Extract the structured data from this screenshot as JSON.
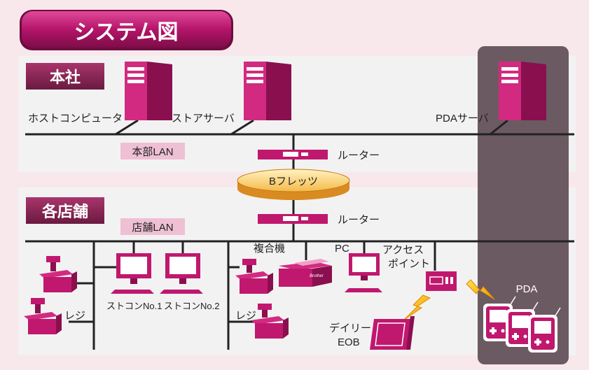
{
  "title": "システム図",
  "sections": {
    "hq": "本社",
    "stores": "各店舗"
  },
  "networks": {
    "hq_lan": "本部LAN",
    "store_lan": "店舗LAN",
    "bflets": "Bフレッツ"
  },
  "devices": {
    "host_computer": "ホストコンピュータ",
    "store_server": "ストアサーバ",
    "pda_server": "PDAサーバ",
    "router_hq": "ルーター",
    "router_store": "ルーター",
    "mfp": "複合機",
    "pc": "PC",
    "access_point_line1": "アクセス",
    "access_point_line2": "ポイント",
    "storecon1": "ストコンNo.1",
    "storecon2": "ストコンNo.2",
    "register_left": "レジ",
    "register_right": "レジ",
    "daily_line1": "デイリー",
    "daily_line2": "EOB",
    "pda": "PDA",
    "printer_tag": "Brother"
  },
  "colors": {
    "magenta": "#c0186e",
    "magenta_dark": "#8a0f4f",
    "pink_label": "#efc0d4",
    "band": "#f2f2f2",
    "bg": "#f8e8ec",
    "pda_panel": "#6c5a62",
    "lightning": "#f6c000",
    "bflets_fill": "#f2a640"
  }
}
